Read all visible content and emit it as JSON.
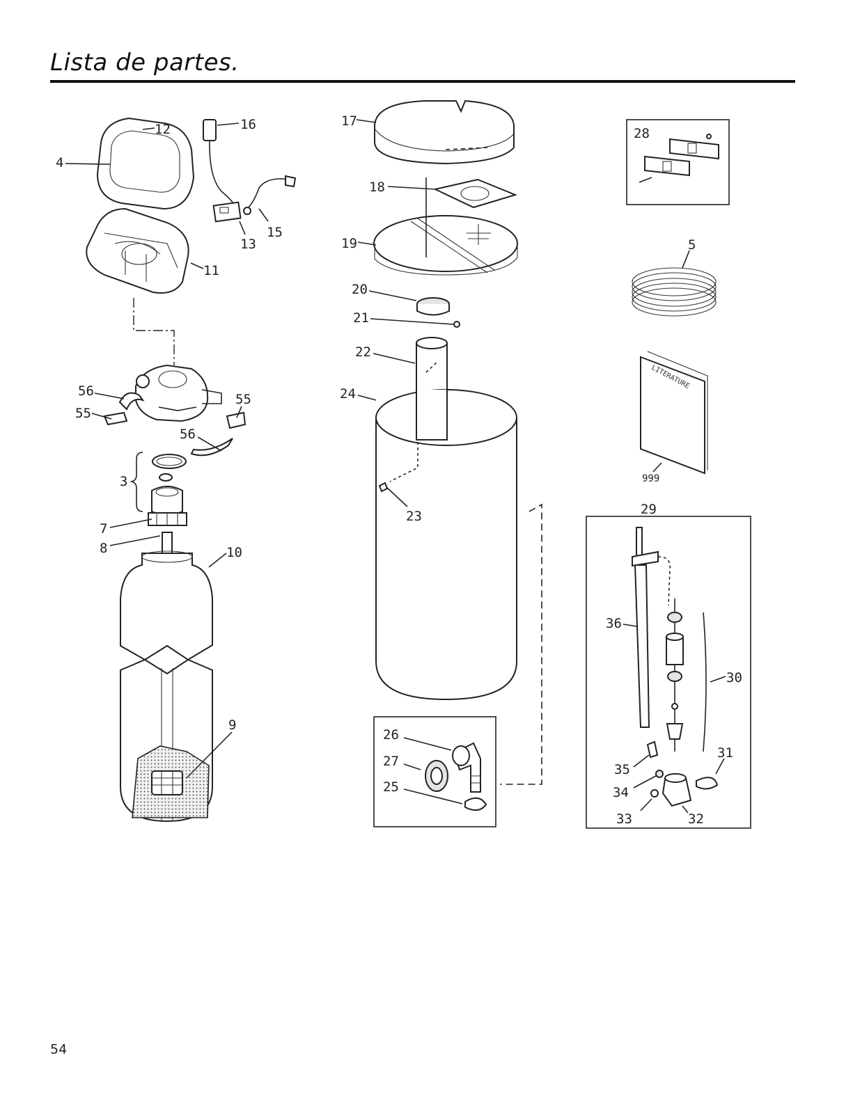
{
  "page": {
    "title": "Lista de partes.",
    "page_number": "54"
  },
  "callouts": {
    "c3": "3",
    "c4": "4",
    "c5": "5",
    "c7": "7",
    "c8": "8",
    "c9": "9",
    "c10": "10",
    "c11": "11",
    "c12": "12",
    "c13": "13",
    "c15": "15",
    "c16": "16",
    "c17": "17",
    "c18": "18",
    "c19": "19",
    "c20": "20",
    "c21": "21",
    "c22": "22",
    "c23": "23",
    "c24": "24",
    "c25": "25",
    "c26": "26",
    "c27": "27",
    "c28": "28",
    "c29": "29",
    "c30": "30",
    "c31": "31",
    "c32": "32",
    "c33": "33",
    "c34": "34",
    "c35": "35",
    "c36": "36",
    "c55a": "55",
    "c55b": "55",
    "c56a": "56",
    "c56b": "56",
    "c999": "999"
  },
  "literature_label": "LITERATURE",
  "colors": {
    "ink": "#222222",
    "fill_gray": "#e4e4e4",
    "background": "#ffffff"
  }
}
